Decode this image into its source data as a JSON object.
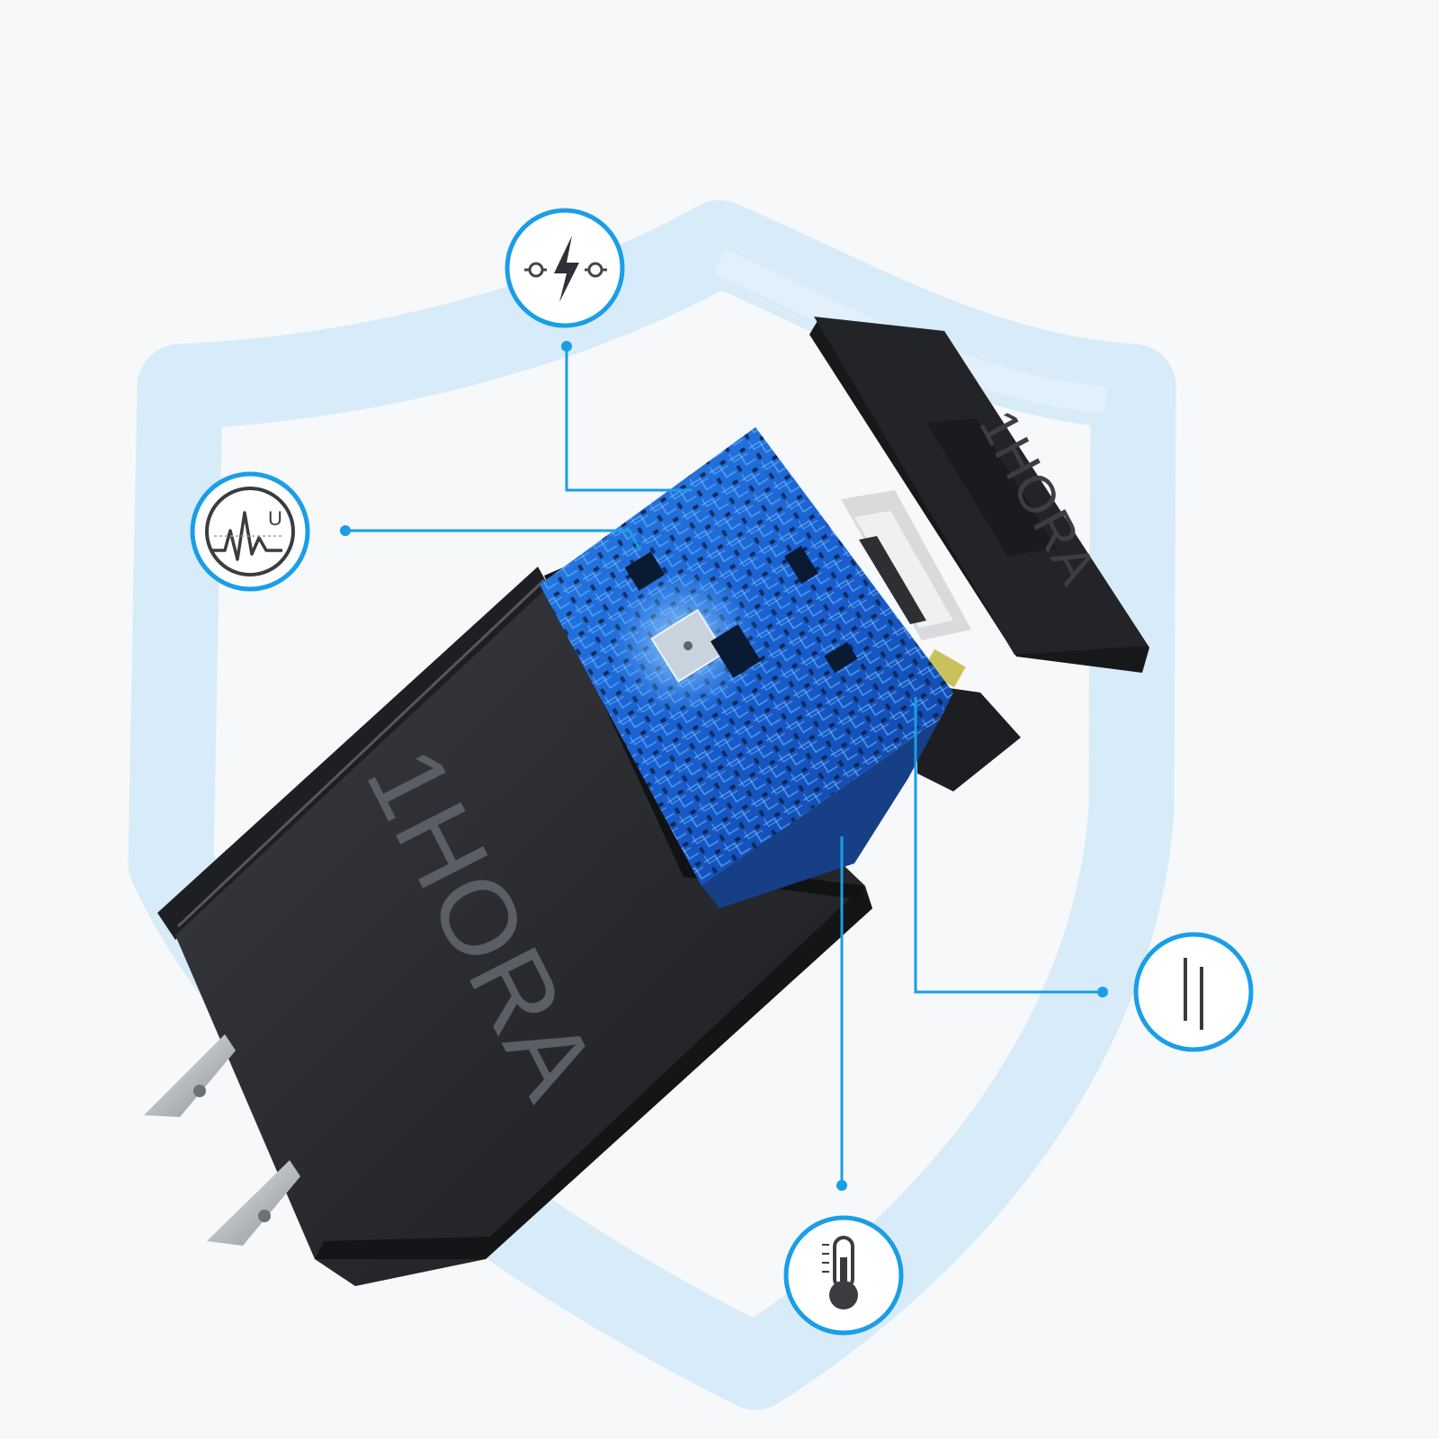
{
  "brand": {
    "logo_text": "1HORA",
    "colors": {
      "accent_blue": "#1a9ee6",
      "shield_blue": "#cfe6f6",
      "body_dark": "#2b2d31",
      "pcb_blue": "#1f6fd6"
    }
  },
  "feature_icons": [
    {
      "name": "overcurrent-protection",
      "icon": "lightning-icon"
    },
    {
      "name": "voltage-protection",
      "icon": "voltage-wave-icon",
      "glyph": "U"
    },
    {
      "name": "short-circuit-protection",
      "icon": "parallel-lines-icon"
    },
    {
      "name": "temperature-protection",
      "icon": "thermometer-icon"
    }
  ]
}
